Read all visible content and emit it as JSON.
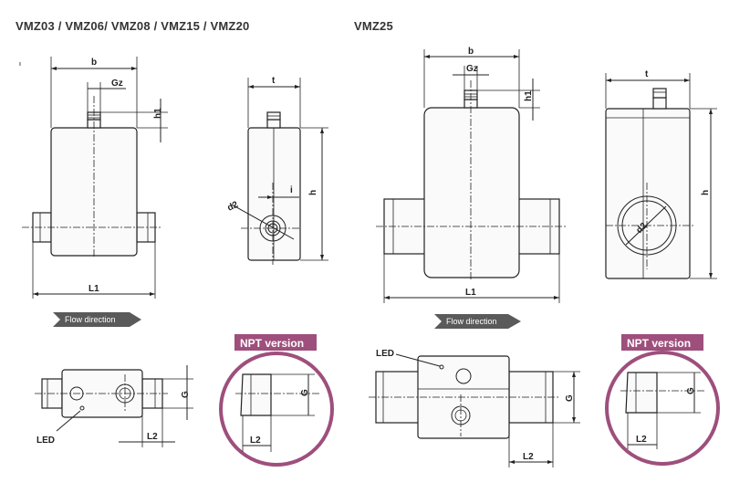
{
  "headings": {
    "left": "VMZ03 / VMZ06/ VMZ08 / VMZ15 / VMZ20",
    "right": "VMZ25"
  },
  "flow": {
    "label": "Flow direction"
  },
  "npt": {
    "label": "NPT version"
  },
  "dims": {
    "b": "b",
    "gz": "Gz",
    "h1": "h1",
    "h": "h",
    "t": "t",
    "i": "i",
    "d2": "d2",
    "l1": "L1",
    "l2": "L2",
    "g": "G",
    "led": "LED"
  },
  "colors": {
    "npt": "#9e4f7c",
    "flow_arrow": "#5a5a5a"
  }
}
